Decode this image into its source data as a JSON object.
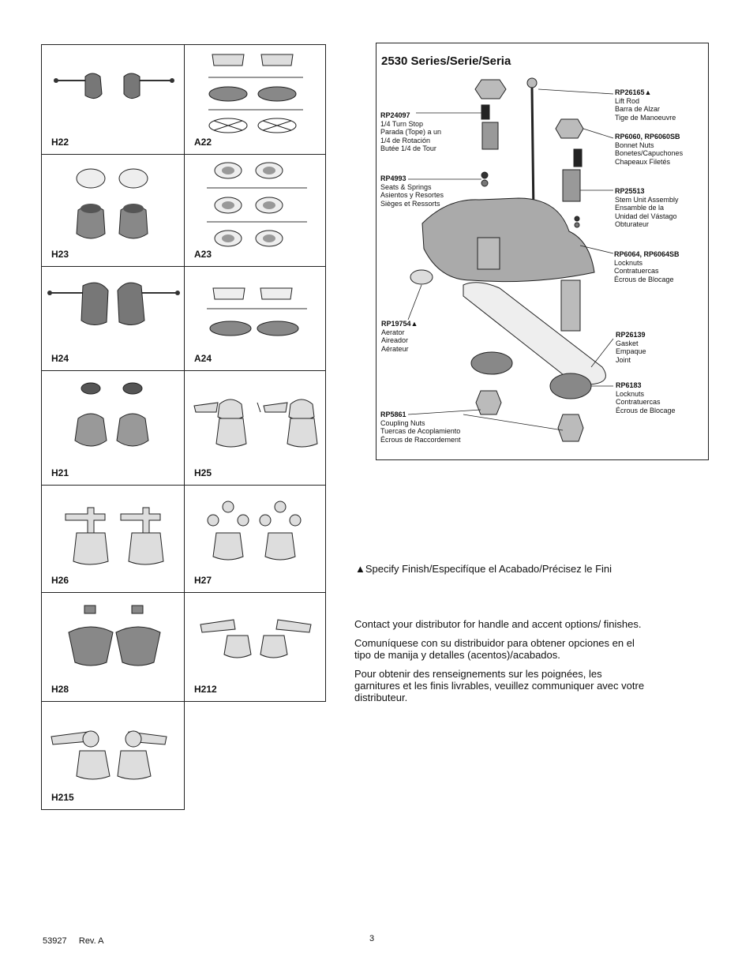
{
  "handles": [
    {
      "code": "H22"
    },
    {
      "code": "A22"
    },
    {
      "code": "H23"
    },
    {
      "code": "A23"
    },
    {
      "code": "H24"
    },
    {
      "code": "A24"
    },
    {
      "code": "H21"
    },
    {
      "code": "H25"
    },
    {
      "code": "H26"
    },
    {
      "code": "H27"
    },
    {
      "code": "H28"
    },
    {
      "code": "H212"
    },
    {
      "code": "H215"
    }
  ],
  "diagram": {
    "title": "2530 Series/Serie/Seria",
    "callouts": [
      {
        "code": "RP26165▲",
        "lines": [
          "Lift Rod",
          "Barra de Alzar",
          "Tige de Manoeuvre"
        ]
      },
      {
        "code": "RP24097",
        "lines": [
          "1/4 Turn Stop",
          "Parada (Tope) a un",
          "1/4 de Rotación",
          "Butée 1/4 de Tour"
        ]
      },
      {
        "code": "RP6060, RP6060SB",
        "lines": [
          "Bonnet Nuts",
          "Bonetes/Capuchones",
          "Chapeaux Filetés"
        ]
      },
      {
        "code": "RP4993",
        "lines": [
          "Seats & Springs",
          "Asientos y Resortes",
          "Sièges et Ressorts"
        ]
      },
      {
        "code": "RP25513",
        "lines": [
          "Stem Unit Assembly",
          "Ensamble de la",
          "Unidad del Vástago",
          "Obturateur"
        ]
      },
      {
        "code": "RP6064, RP6064SB",
        "lines": [
          "Locknuts",
          "Contratuercas",
          "Écrous de Blocage"
        ]
      },
      {
        "code": "RP19754▲",
        "lines": [
          "Aerator",
          "Aireador",
          "Aérateur"
        ]
      },
      {
        "code": "RP26139",
        "lines": [
          "Gasket",
          "Empaque",
          "Joint"
        ]
      },
      {
        "code": "RP6183",
        "lines": [
          "Locknuts",
          "Contratuercas",
          "Écrous de Blocage"
        ]
      },
      {
        "code": "RP5861",
        "lines": [
          "Coupling Nuts",
          "Tuercas de Acoplamiento",
          "Écrous de Raccordement"
        ]
      }
    ]
  },
  "finish_note": "▲Specify Finish/Especifíque el Acabado/Précisez le Fini",
  "contact": [
    "Contact your distributor for handle and accent  options/ finishes.",
    "Comuníquese con su distribuidor para obtener opciones en el tipo de manija y detalles (acentos)/acabados.",
    "Pour obtenir des renseignements sur les poignées, les garnitures et les finis livrables, veuillez communiquer avec votre distributeur."
  ],
  "footer": {
    "doc": "53927     Rev. A",
    "page": "3"
  }
}
